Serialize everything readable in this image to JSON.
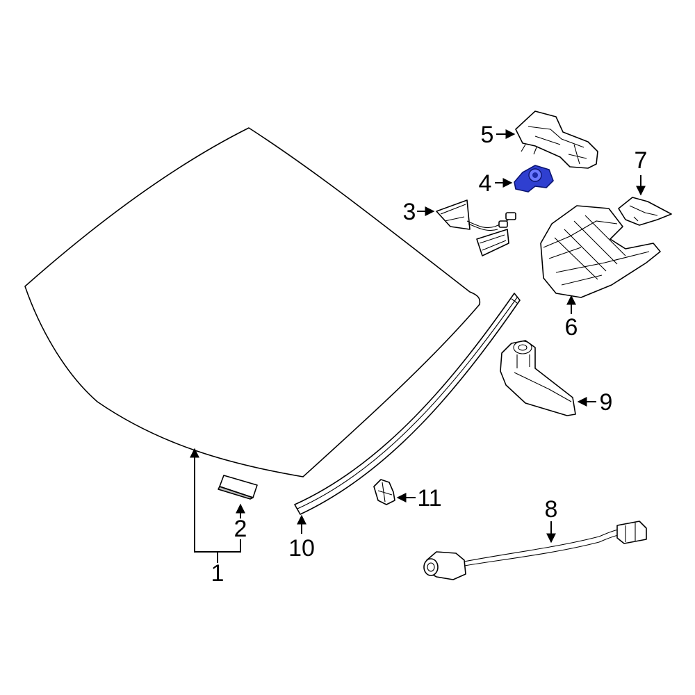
{
  "callouts": {
    "c1": "1",
    "c2": "2",
    "c3": "3",
    "c4": "4",
    "c5": "5",
    "c6": "6",
    "c7": "7",
    "c8": "8",
    "c9": "9",
    "c10": "10",
    "c11": "11"
  },
  "colors": {
    "highlight_part": "#2f3fd0",
    "line": "#000000",
    "background": "#ffffff"
  },
  "highlighted_callout": "4"
}
